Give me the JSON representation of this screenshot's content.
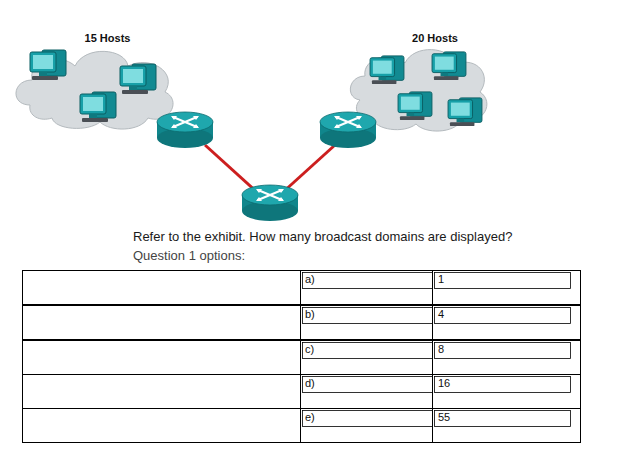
{
  "diagram": {
    "nodes": [
      {
        "text": [
          "15 Hosts"
        ]
      },
      {
        "text": [
          "20 Hosts"
        ]
      }
    ],
    "labels": [
      "Refer to the exhibit. How many broadcast domains are displayed?",
      "Question 1 options:",
      "a)",
      "1",
      "b)",
      "4",
      "c)",
      "8",
      "d)",
      "16",
      "e)",
      "55"
    ]
  }
}
